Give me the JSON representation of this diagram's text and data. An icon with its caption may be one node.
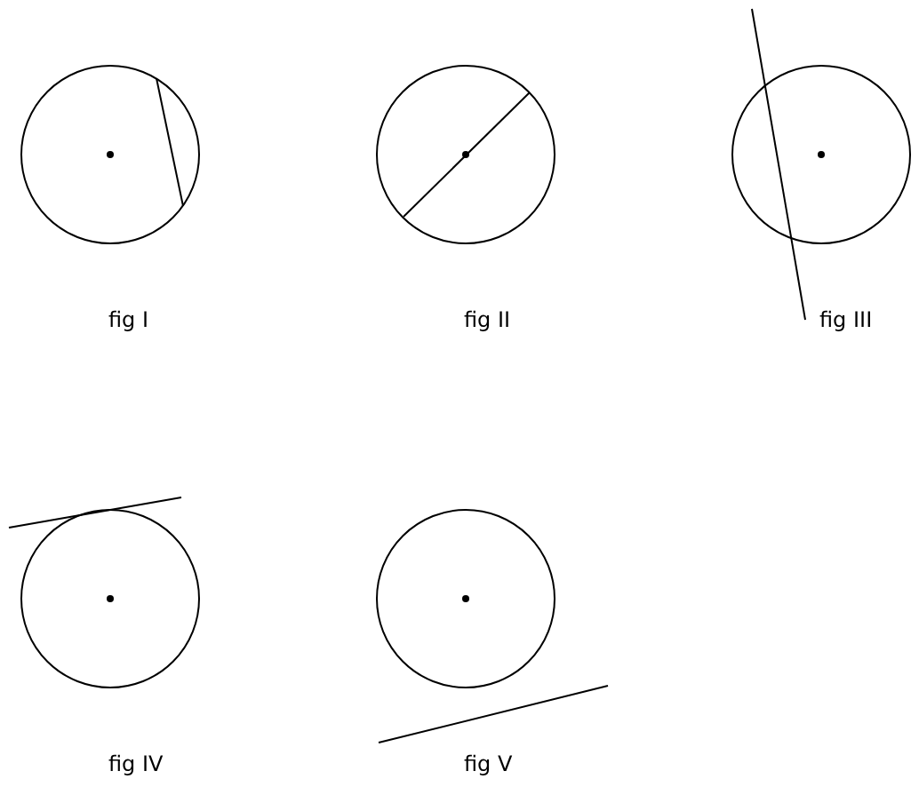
{
  "diagram": {
    "labels": [
      "fig I",
      "fig II",
      "fig III",
      "fig IV",
      "fig V"
    ]
  }
}
